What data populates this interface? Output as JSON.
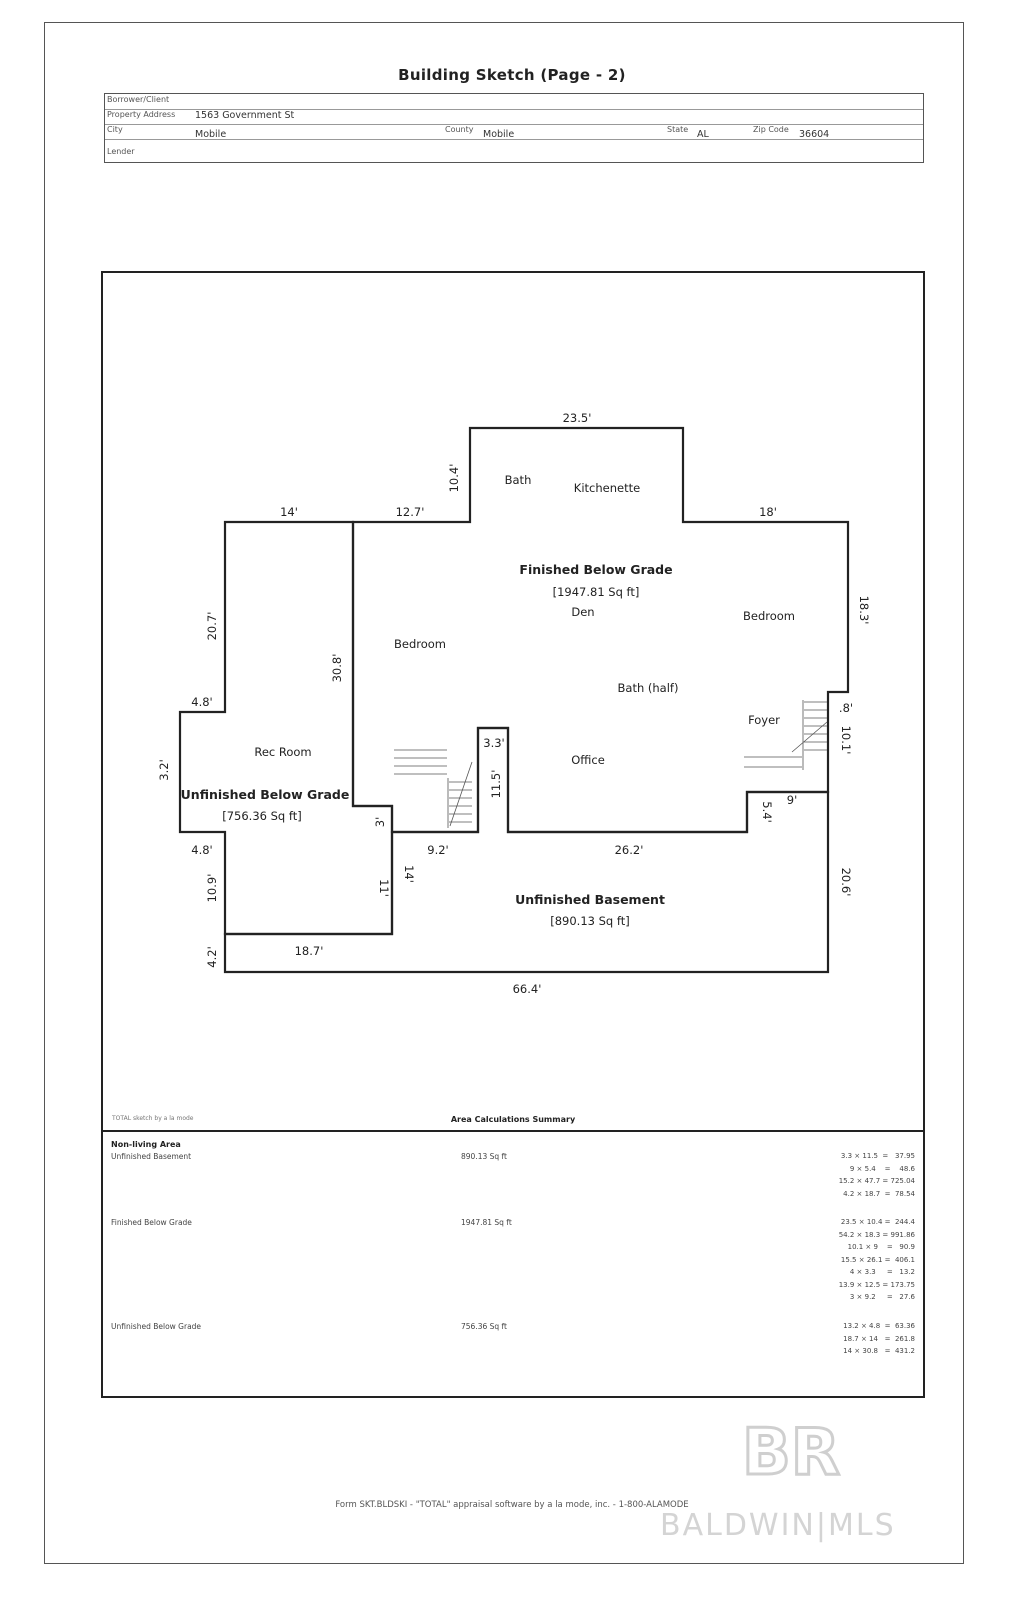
{
  "title": "Building Sketch (Page - 2)",
  "header": {
    "borrower_label": "Borrower/Client",
    "borrower_value": "",
    "address_label": "Property Address",
    "address_value": "1563 Government St",
    "city_label": "City",
    "city_value": "Mobile",
    "county_label": "County",
    "county_value": "Mobile",
    "state_label": "State",
    "state_value": "AL",
    "zip_label": "Zip Code",
    "zip_value": "36604",
    "lender_label": "Lender",
    "lender_value": ""
  },
  "sketch": {
    "areas": {
      "finished_title": "Finished Below Grade",
      "finished_sqft": "[1947.81 Sq ft]",
      "unfinished_bg_title": "Unfinished Below Grade",
      "unfinished_bg_sqft": "[756.36 Sq ft]",
      "basement_title": "Unfinished Basement",
      "basement_sqft": "[890.13 Sq ft]"
    },
    "rooms": {
      "bath": "Bath",
      "kitchenette": "Kitchenette",
      "den": "Den",
      "bedroom_left": "Bedroom",
      "bedroom_right": "Bedroom",
      "bath_half": "Bath (half)",
      "foyer": "Foyer",
      "office": "Office",
      "rec_room": "Rec Room"
    },
    "dims": {
      "d_23_5": "23.5'",
      "d_10_4": "10.4'",
      "d_14_top": "14'",
      "d_12_7": "12.7'",
      "d_18_top": "18'",
      "d_18_3": "18.3'",
      "d_20_7": "20.7'",
      "d_30_8": "30.8'",
      "d_4_8_top": "4.8'",
      "d_3_2": "3.2'",
      "d_4_8_bot": "4.8'",
      "d_10_9": "10.9'",
      "d_4_2": "4.2'",
      "d_18_7": "18.7'",
      "d_66_4": "66.4'",
      "d_3_3": "3.3'",
      "d_11_5": "11.5'",
      "d_3": "3'",
      "d_9_2": "9.2'",
      "d_14_mid": "14'",
      "d_11": "11'",
      "d_26_2": "26.2'",
      "d_20_6": "20.6'",
      "d_8": ".8'",
      "d_10_1": "10.1'",
      "d_5_4": "5.4'",
      "d_9": "9'"
    }
  },
  "summary": {
    "title": "Area Calculations Summary",
    "top_note": "TOTAL sketch by a la mode",
    "heading": "Non-living Area",
    "rows": [
      {
        "name": "Unfinished Basement",
        "area": "890.13 Sq ft",
        "calcs": "3.3 × 11.5  =   37.95\n9 × 5.4    =    48.6\n15.2 × 47.7 = 725.04\n4.2 × 18.7  =  78.54"
      },
      {
        "name": "Finished Below Grade",
        "area": "1947.81 Sq ft",
        "calcs": "23.5 × 10.4 =  244.4\n54.2 × 18.3 = 991.86\n10.1 × 9    =   90.9\n15.5 × 26.1 =  406.1\n4 × 3.3     =   13.2\n13.9 × 12.5 = 173.75\n3 × 9.2     =   27.6"
      },
      {
        "name": "Unfinished Below Grade",
        "area": "756.36 Sq ft",
        "calcs": "13.2 × 4.8  =  63.36\n18.7 × 14   =  261.8\n14 × 30.8   =  431.2"
      }
    ]
  },
  "footer": "Form SKT.BLDSKI - \"TOTAL\" appraisal software by a la mode, inc. - 1-800-ALAMODE",
  "watermark": {
    "logo": "BR",
    "text": "BALDWIN|MLS"
  }
}
